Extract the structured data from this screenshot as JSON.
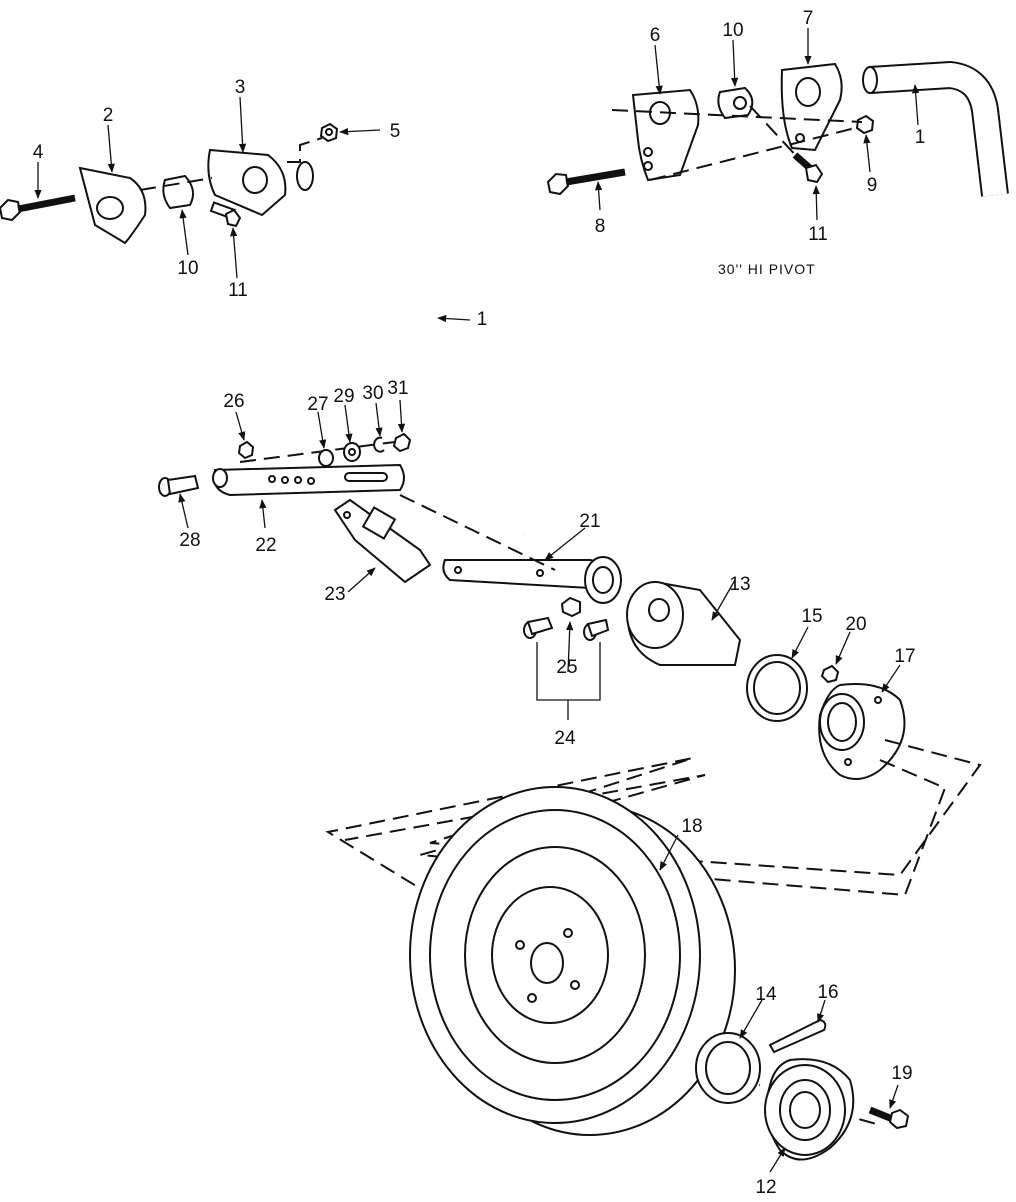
{
  "caption": "30'' HI PIVOT",
  "labels": {
    "l1a": "1",
    "l1b": "1",
    "l2": "2",
    "l3": "3",
    "l4": "4",
    "l5": "5",
    "l6": "6",
    "l7": "7",
    "l8": "8",
    "l9": "9",
    "l10a": "10",
    "l10b": "10",
    "l11a": "11",
    "l11b": "11",
    "l12": "12",
    "l13": "13",
    "l14": "14",
    "l15": "15",
    "l16": "16",
    "l17": "17",
    "l18": "18",
    "l19": "19",
    "l20": "20",
    "l21": "21",
    "l22": "22",
    "l23": "23",
    "l24": "24",
    "l25": "25",
    "l26": "26",
    "l27": "27",
    "l28": "28",
    "l29": "29",
    "l30": "30",
    "l31": "31"
  }
}
